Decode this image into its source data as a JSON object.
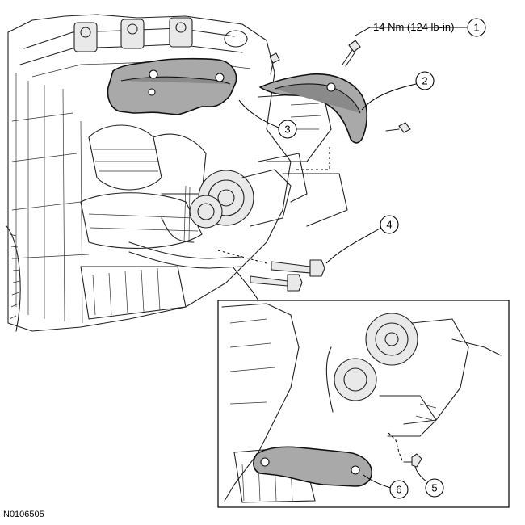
{
  "callouts": [
    {
      "number": "1"
    },
    {
      "number": "2"
    },
    {
      "number": "3"
    },
    {
      "number": "4"
    },
    {
      "number": "5"
    },
    {
      "number": "6"
    }
  ],
  "torque_spec": "14 Nm (124 lb-in)",
  "figure_id": "N0106505"
}
